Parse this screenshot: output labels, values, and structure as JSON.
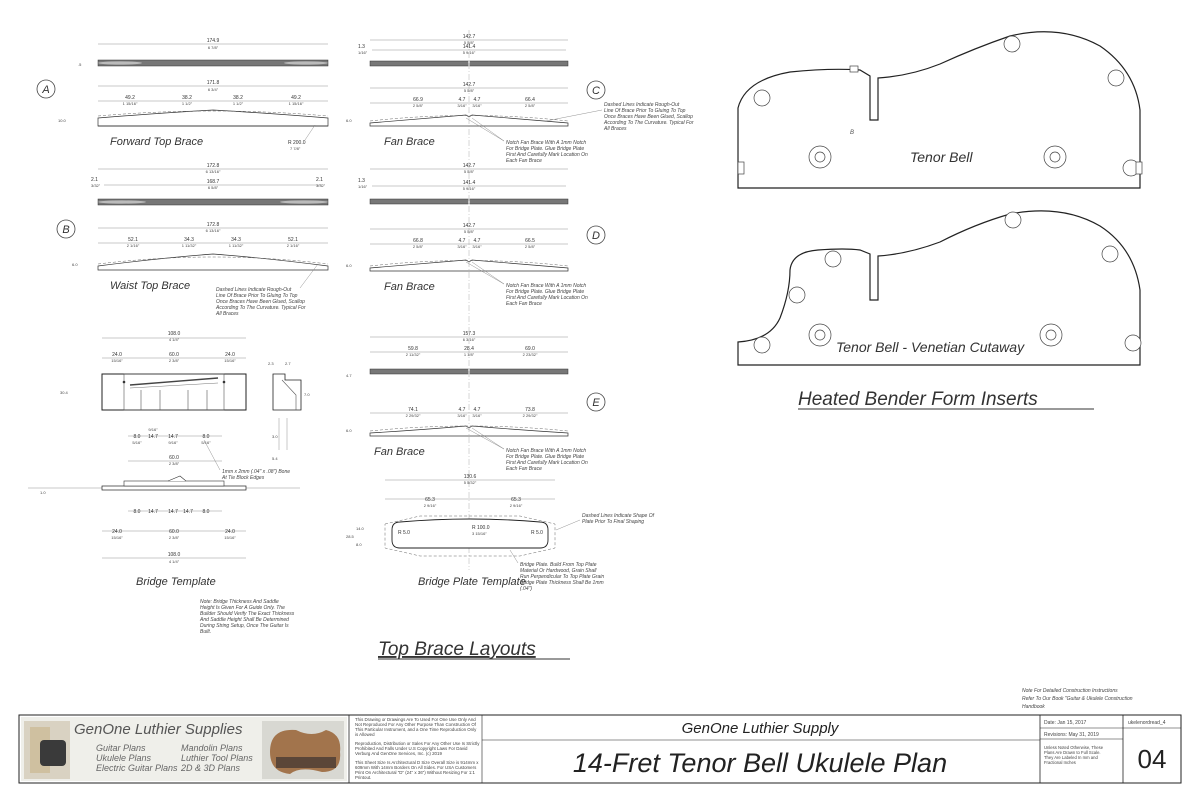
{
  "drawing": {
    "brace_dims": {
      "forward_overall": "174.9",
      "forward_overall_in": "6 7/8\"",
      "forward_len": "171.8",
      "forward_len_in": "6 3/4\"",
      "forward_segs": [
        "49.2",
        "38.2",
        "38.2",
        "49.2"
      ],
      "forward_segs_in": [
        "1 15/16\"",
        "1 1/2\"",
        "1 1/2\"",
        "1 15/16\""
      ],
      "forward_radius": "R 200.0",
      "forward_radius_in": "7 7/8\"",
      "waist_overall": "172.8",
      "waist_overall_in": "6 13/16\"",
      "waist_inner": "168.7",
      "waist_inner_in": "6 5/8\"",
      "waist_end": "2.1",
      "waist_end_in": "3/32\"",
      "waist_len": "172.8",
      "waist_len_in": "6 13/16\"",
      "waist_segs": [
        "52.1",
        "34.3",
        "34.3",
        "52.1"
      ],
      "waist_segs_in": [
        "2 1/16\"",
        "1 11/32\"",
        "1 11/32\"",
        "2 1/16\""
      ],
      "fan_c_overall": "142.7",
      "fan_c_overall_in": "5 5/8\"",
      "fan_c_inner": "141.4",
      "fan_c_inner_in": "5 9/16\"",
      "fan_c_end": "1.3",
      "fan_c_end_in": "1/16\"",
      "fan_c_len": "142.7",
      "fan_c_len_in": "5 5/8\"",
      "fan_c_segs": [
        "66.9",
        "4.7",
        "4.7",
        "66.4"
      ],
      "fan_c_segs_in": [
        "2 5/8\"",
        "3/16\"",
        "3/16\"",
        "2 5/8\""
      ],
      "fan_d_overall": "142.7",
      "fan_d_overall_in": "5 5/8\"",
      "fan_d_inner": "141.4",
      "fan_d_inner_in": "5 9/16\"",
      "fan_d_end": "1.3",
      "fan_d_end_in": "1/16\"",
      "fan_d_len": "142.7",
      "fan_d_len_in": "5 5/8\"",
      "fan_d_segs": [
        "66.8",
        "4.7",
        "4.7",
        "66.5"
      ],
      "fan_d_segs_in": [
        "2 5/8\"",
        "3/16\"",
        "3/16\"",
        "2 5/8\""
      ],
      "fan_e_overall": "157.3",
      "fan_e_overall_in": "6 3/16\"",
      "fan_e_top_segs": [
        "59.8",
        "28.4",
        "69.0"
      ],
      "fan_e_top_segs_in": [
        "2 11/32\"",
        "1 1/8\"",
        "2 23/32\""
      ],
      "fan_e_segs": [
        "74.1",
        "4.7",
        "4.7",
        "73.8"
      ],
      "fan_e_segs_in": [
        "2 29/32\"",
        "3/16\"",
        "3/16\"",
        "2 29/32\""
      ]
    },
    "bridge_dims": {
      "overall": "108.0",
      "overall_in": "4 1/4\"",
      "segs": [
        "24.0",
        "60.0",
        "24.0"
      ],
      "segs_in": [
        "15/16\"",
        "2 3/8\"",
        "15/16\""
      ],
      "small": [
        "8.0",
        "14.7",
        "14.7",
        "8.0"
      ],
      "small_in": [
        "5/16\"",
        "9/16\"",
        "9/16\"",
        "5/16\""
      ],
      "mid": "60.0",
      "mid_in": "2 3/8\"",
      "side": [
        "2.3",
        "2.7",
        "3.0",
        "5.4",
        "7.0"
      ],
      "height": "30.4"
    },
    "plate_dims": {
      "overall": "130.6",
      "overall_in": "5 5/32\"",
      "segs": [
        "65.3",
        "65.3"
      ],
      "segs_in": [
        "2 9/16\"",
        "2 9/16\""
      ],
      "r_left": "R 5.0",
      "r_mid": "R 100.0",
      "r_mid_in": "3 15/16\"",
      "r_right": "R 5.0",
      "height": "28.5",
      "heights": [
        "14.0",
        "8.0"
      ]
    },
    "labels": {
      "a": "A",
      "b": "B",
      "c": "C",
      "d": "D",
      "e": "E",
      "forward": "Forward Top Brace",
      "waist": "Waist Top Brace",
      "fan1": "Fan Brace",
      "fan2": "Fan Brace",
      "fan3": "Fan Brace",
      "bridge": "Bridge Template",
      "plate": "Bridge  Plate Template",
      "tenor_bell": "Tenor Bell",
      "tenor_bell_venetian": "Tenor Bell - Venetian Cutaway",
      "inserts_title": "Heated Bender Form Inserts",
      "brace_title": "Top Brace Layouts",
      "b_mark": "B"
    },
    "notes": {
      "dashed_c": [
        "Dashed Lines Indicate Rough-Out",
        "Line Of Brace Prior To Gluing To Top",
        "Once Braces Have Been Glued, Scallop",
        "According To The Curvature. Typical For",
        "All Braces"
      ],
      "dashed_b": [
        "Dashed Lines Indicate Rough-Out",
        "Line Of Brace Prior To Gluing To Top",
        "Once Braces Have Been Glued, Scallop",
        "According To The Curvature. Typical For",
        "All Braces"
      ],
      "notch_c": [
        "Notch Fan Brace With A 1mm Notch",
        "For Bridge Plate. Glue Bridge Plate",
        "First And Carefully Mark Location On",
        "Each Fan Brace"
      ],
      "notch_d": [
        "Notch Fan Brace With A 1mm Notch",
        "For Bridge Plate. Glue Bridge Plate",
        "First And Carefully Mark Location On",
        "Each Fan Brace"
      ],
      "notch_e": [
        "Notch Fan Brace With A 1mm Notch",
        "For Bridge Plate. Glue Bridge Plate",
        "First And Carefully Mark Location On",
        "Each Fan Brace"
      ],
      "bone": [
        "1mm x 2mm (.04\" x .08\") Bone",
        "At Tie Block Edges"
      ],
      "bridge_note": [
        "Note: Bridge Thickness And Saddle",
        "Height Is Given For A Guide Only. The",
        "Builder Should Verify The Exact Thickness",
        "And Saddle Height Shall Be Determined",
        "During String Setup, Once The Guitar Is",
        "Built."
      ],
      "plate_shape": [
        "Dashed Lines Indicate Shape Of",
        "Plate Prior To Final Shaping"
      ],
      "plate_note": [
        "Bridge Plate. Build From Top Plate",
        "Material Or Hardwood, Grain Shall",
        "Run Perpendicular To Top Plate Grain",
        "Bridge Plate Thickness Shall Be 1mm",
        "(.04\")"
      ],
      "construction": [
        "Note For Detailed Construction Instructions",
        "Refer To Our Book \"Guitar & Ukulele Construction",
        "Handbook"
      ]
    }
  },
  "title_block": {
    "brand": "GenOne Luthier Supplies",
    "links_left": [
      "Guitar Plans",
      "Ukulele Plans",
      "Electric Guitar Plans"
    ],
    "links_right": [
      "Mandolin Plans",
      "Luthier Tool Plans",
      "2D & 3D Plans"
    ],
    "legal": [
      "This Drawing or Drawings Are To Used For One Use Only And",
      "Not Reproduced For Any Other Purpose Than Construction Of",
      "This Particular Instrument, and a One Time Reproduction Only",
      "is Allowed",
      "",
      "Reproduction, Distribution or Sales For Any Other Use Is Strictly",
      "Prohibited And Falls Under U.S Copyright Laws For David",
      "Verburg And GenOne Services, Inc. (c) 2019",
      "",
      "This Sheet Size Is Architectural D Size Overall Size is 914mm x",
      "609mm With 14mm Borders On All Sides. For USA Customers",
      "Print On Architectural \"D\" (24\" x 36\") Without Resizing For 1:1",
      "Printout."
    ],
    "company": "GenOne Luthier Supply",
    "plan_title": "14-Fret Tenor Bell Ukulele Plan",
    "date": "Date: Jan 15, 2017",
    "revisions": "Revisions: May 31, 2019",
    "scale_note": [
      "Unless Noted Otherwise, These",
      "Plans Are Drawn to Full Scale.",
      "They Are Labeled In mm and",
      "Fractional Inches"
    ],
    "file_id": "ukelenordread_4",
    "sheet_number": "04"
  }
}
